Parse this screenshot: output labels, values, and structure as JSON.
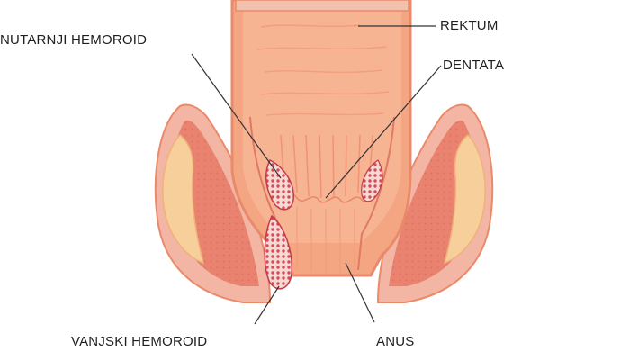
{
  "labels": {
    "internal_hemorrhoid": "NUTARNJI HEMOROID",
    "rectum": "REKTUM",
    "dentate_line": "DENTATA",
    "external_hemorrhoid": "VANJSKI HEMOROID",
    "anus": "ANUS"
  },
  "colors": {
    "rectum_fill": "#f4a683",
    "rectum_outline": "#e98a6a",
    "muscle": "#e9826e",
    "muscle_light": "#f3b5a4",
    "fat": "#f7cf9b",
    "hemorrhoid": "#d84a5a",
    "leader_line": "#333333"
  }
}
